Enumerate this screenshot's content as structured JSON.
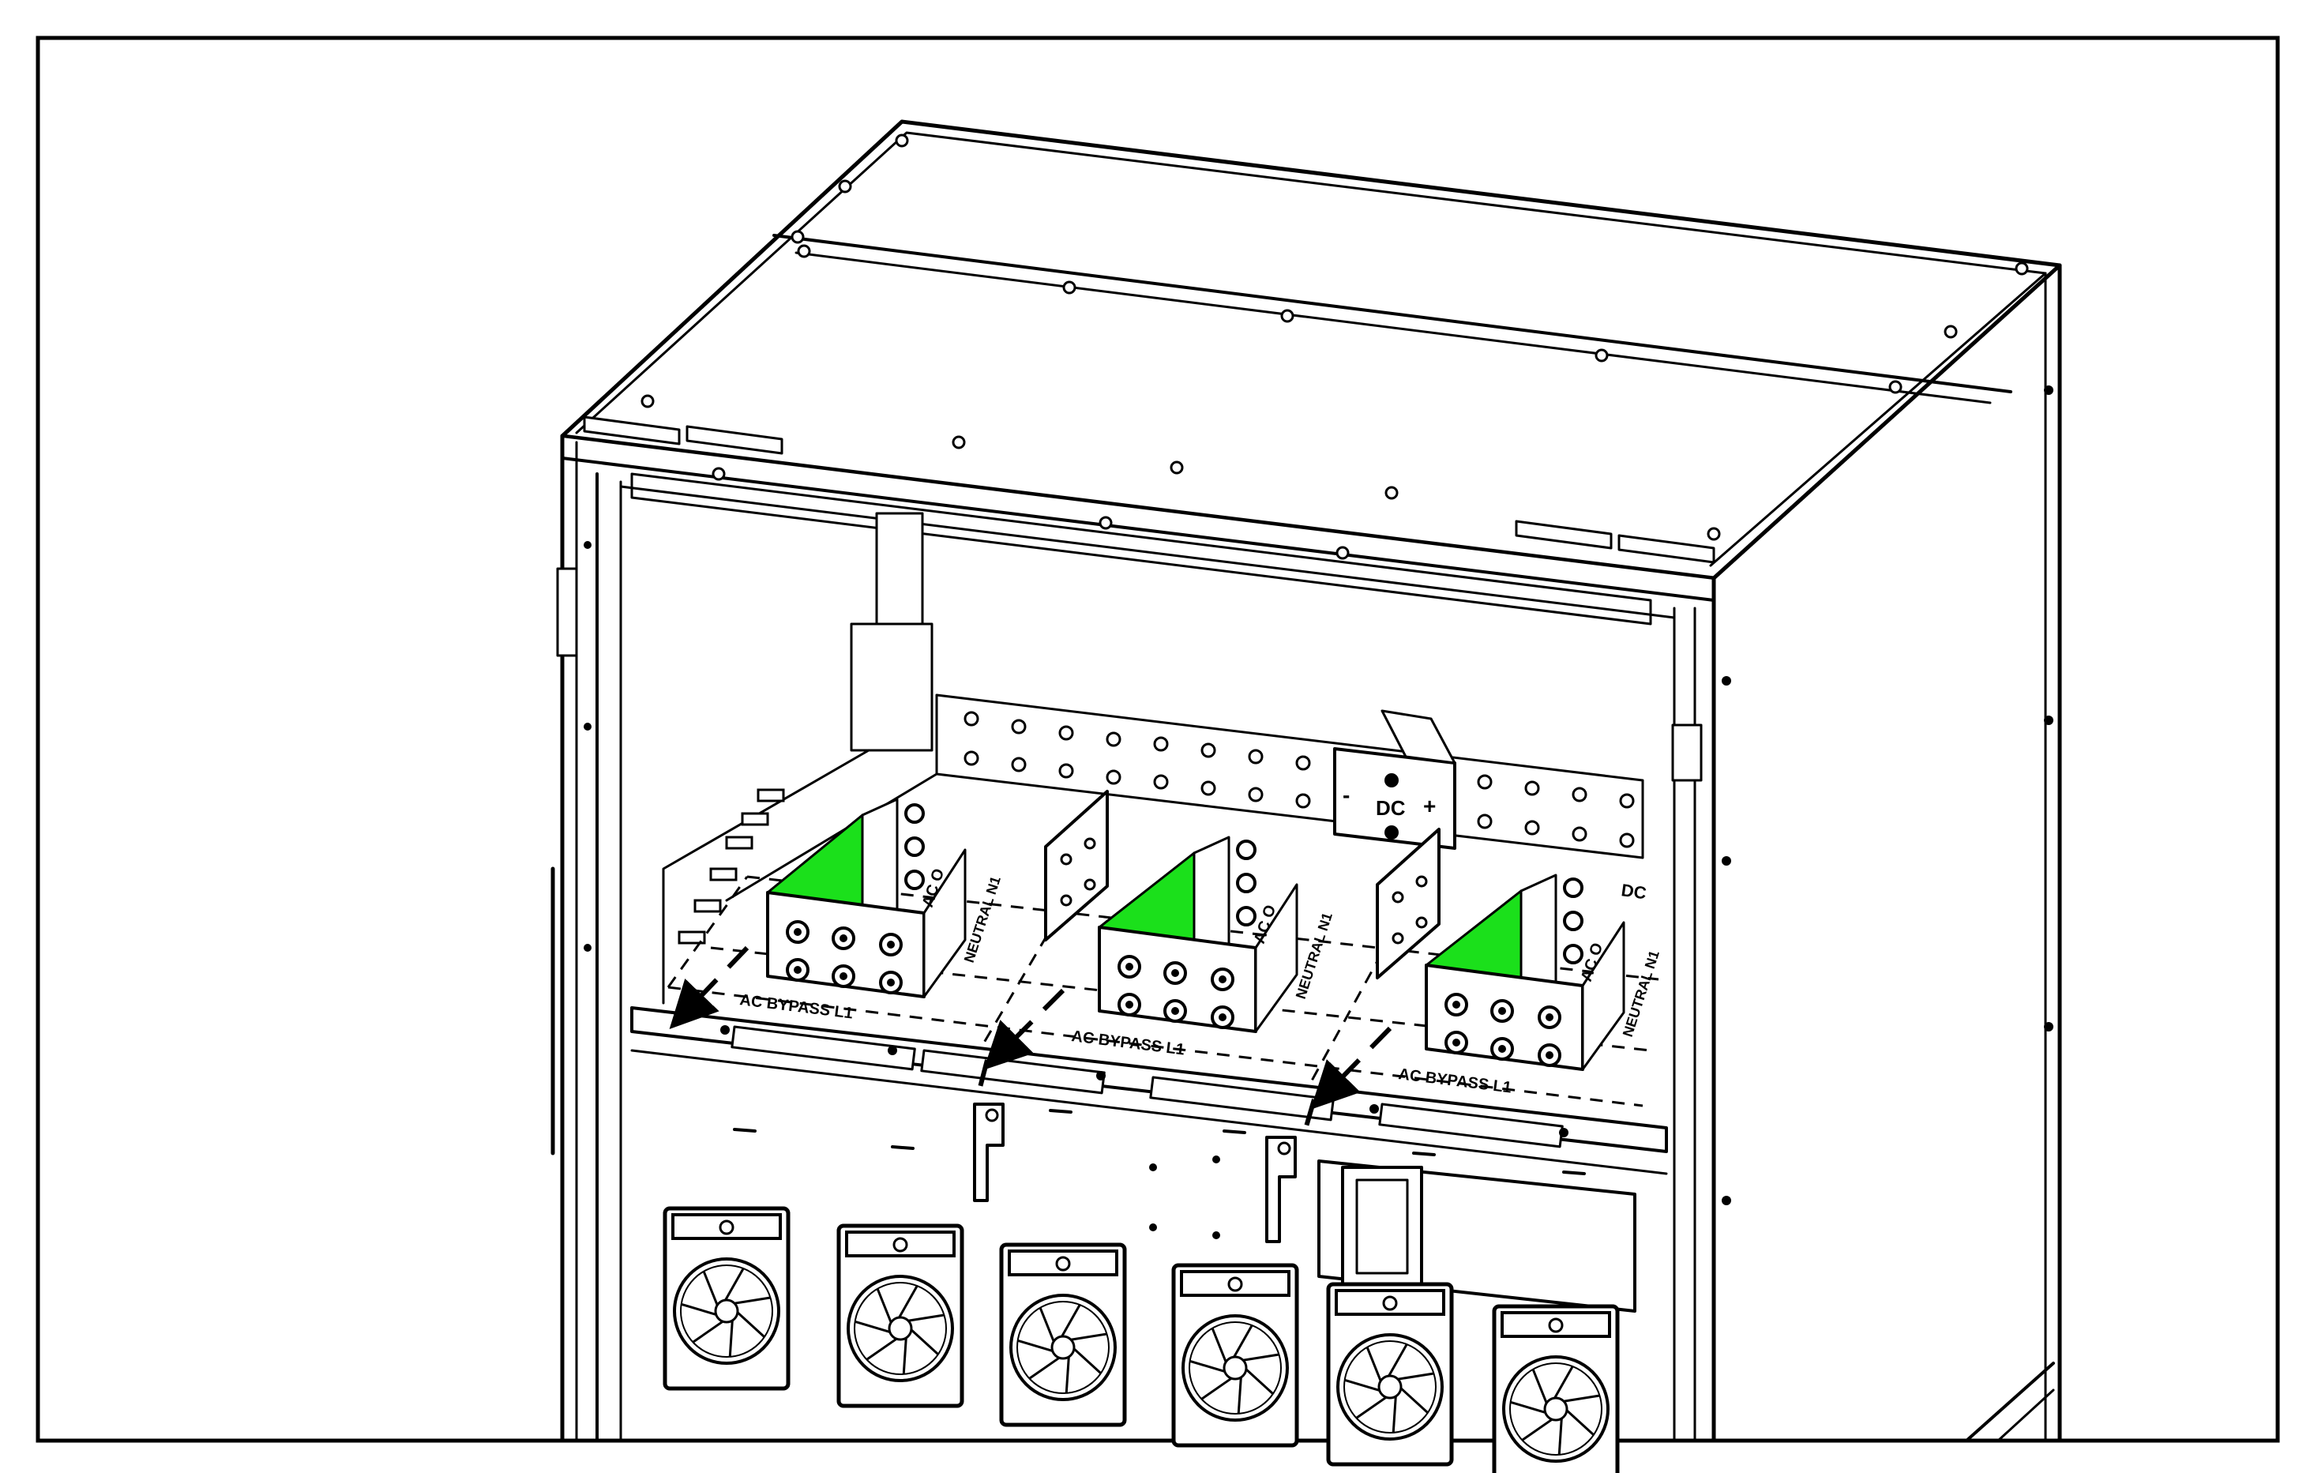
{
  "labels": {
    "dc": "DC",
    "dc_plus": "+",
    "dc_minus": "-",
    "dc_right_edge": "DC",
    "bypass_1": "AC BYPASS L1",
    "bypass_2": "AC BYPASS L1",
    "bypass_3": "AC BYPASS L1",
    "neutral_1": "NEUTRAL N1",
    "neutral_2": "NEUTRAL N1",
    "neutral_3": "NEUTRAL N1",
    "ac_1": "AC O",
    "ac_2": "AC O",
    "ac_3": "AC O"
  },
  "colors": {
    "highlight": "#1be01b",
    "line": "#000000",
    "background": "#ffffff"
  },
  "icons": [
    "arrow-icon",
    "fan-icon"
  ]
}
